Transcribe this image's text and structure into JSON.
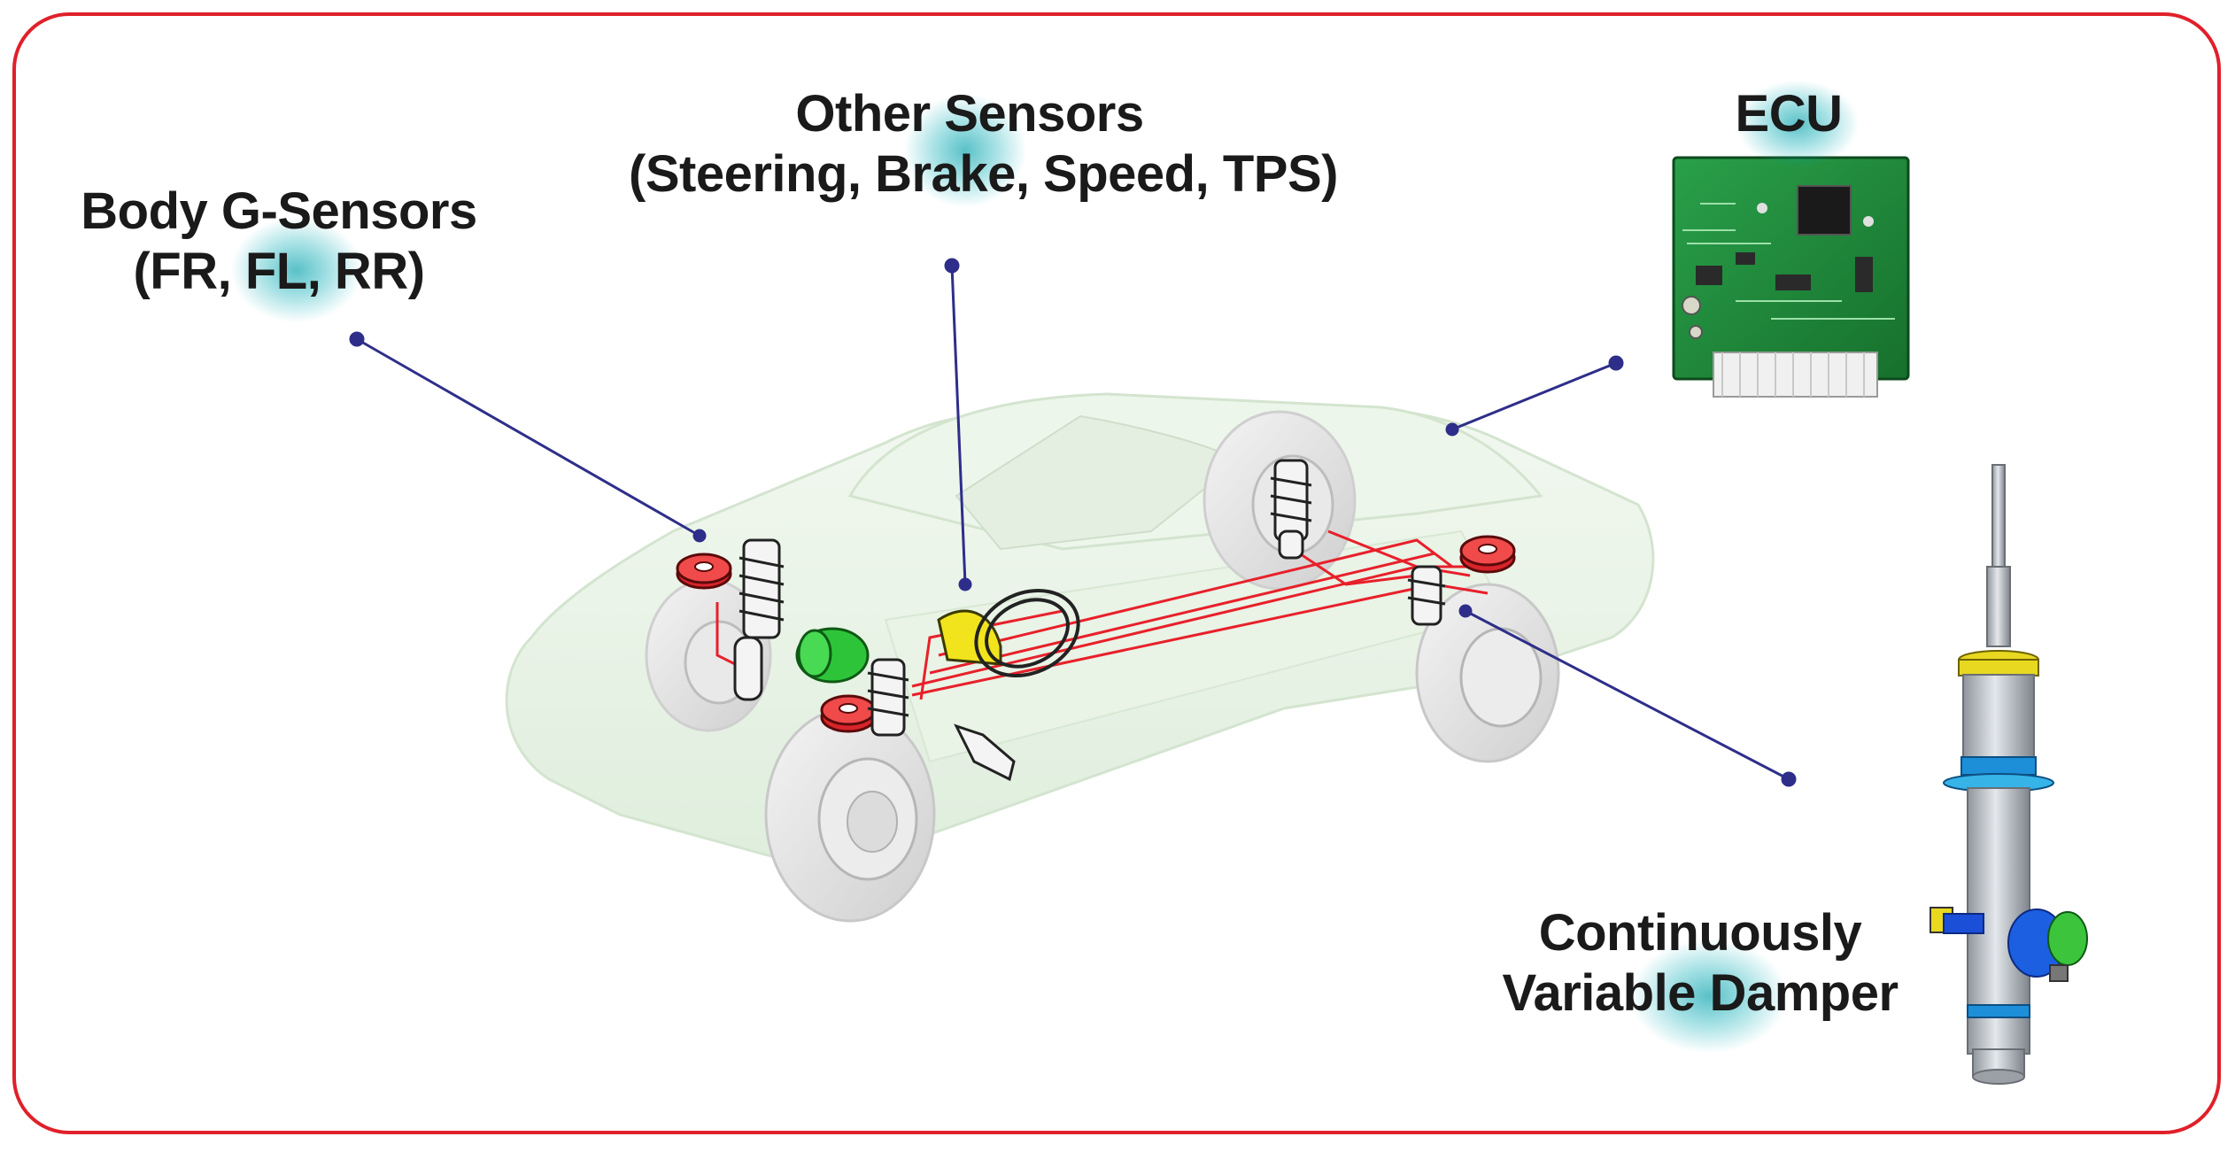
{
  "labels": {
    "body_g_sensors": {
      "line1": "Body G-Sensors",
      "line2": "(FR, FL, RR)"
    },
    "other_sensors": {
      "line1": "Other Sensors",
      "line2": "(Steering, Brake, Speed, TPS)"
    },
    "ecu": "ECU",
    "damper": {
      "line1": "Continuously",
      "line2": "Variable Damper"
    }
  },
  "colors": {
    "frame_border": "#e0202a",
    "leader_line": "#2e2e8a",
    "wiring": "#e8202a",
    "label_glow": "#00a0aa",
    "car_body": "#e6f2e3",
    "pcb": "#1f8a3a",
    "damper_body": "#b8bec6",
    "damper_yellow": "#e8d820",
    "damper_blue": "#1c8fd8",
    "damper_green": "#3cc43c"
  }
}
